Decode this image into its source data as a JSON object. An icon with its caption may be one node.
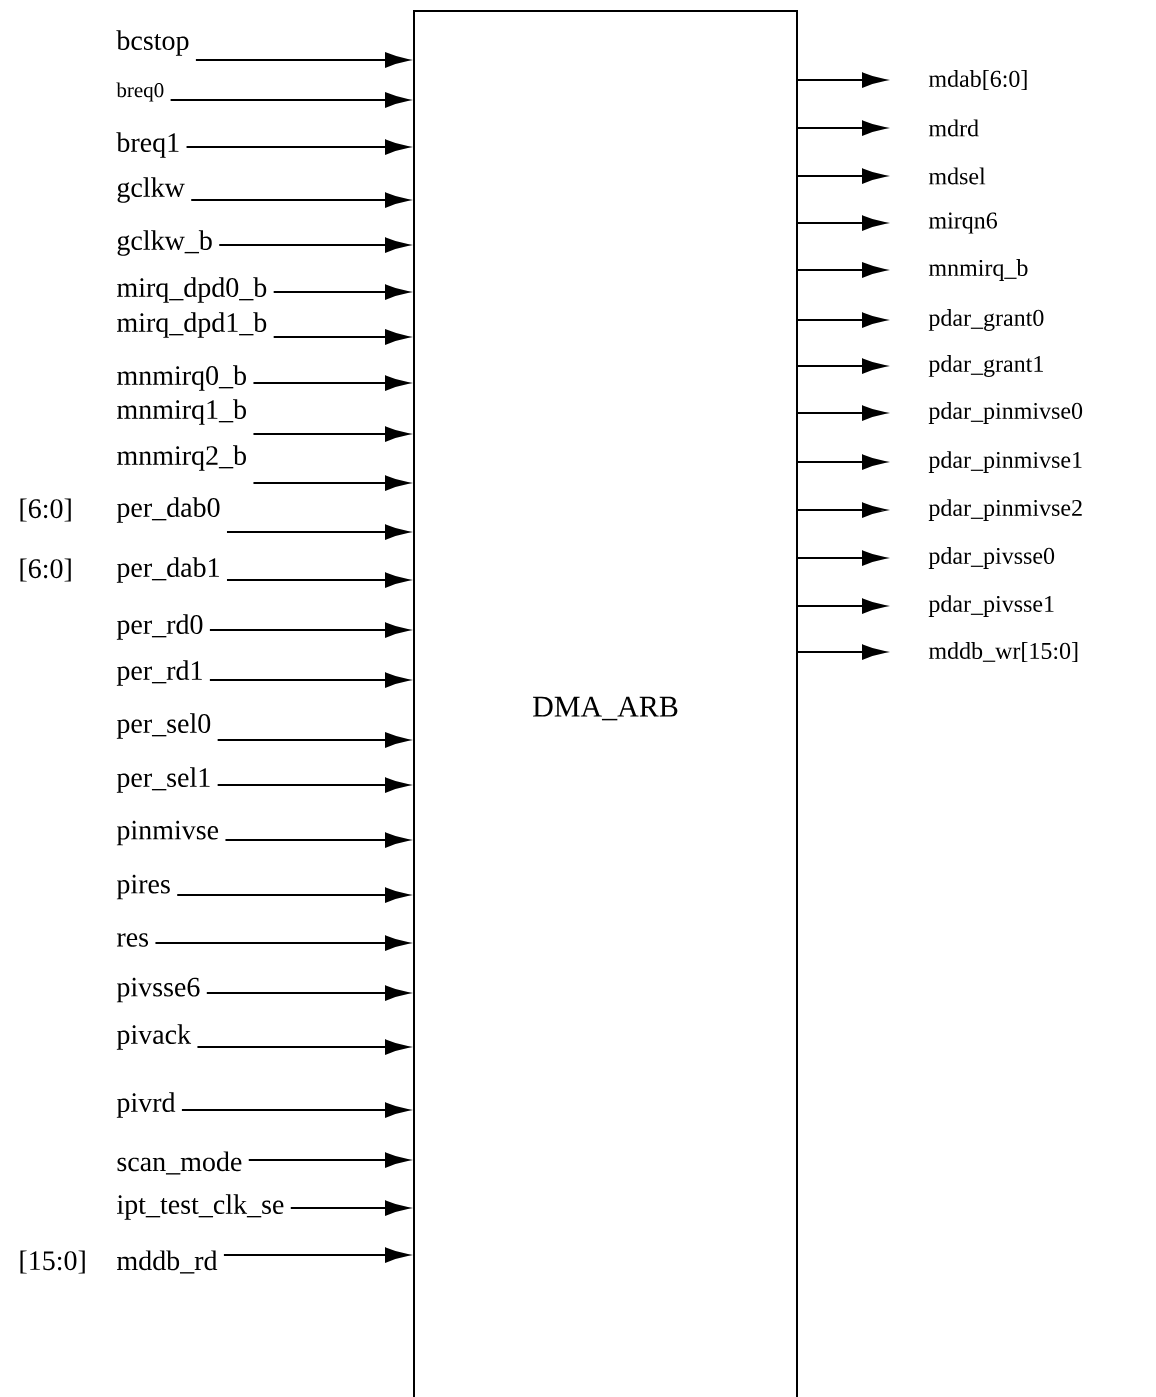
{
  "diagram": {
    "nodes": [
      {
        "text": [
          "DMA_ARB"
        ]
      },
      {
        "text": [
          "bcstop"
        ]
      },
      {
        "text": [
          "breq0"
        ]
      },
      {
        "text": [
          "breq1"
        ]
      },
      {
        "text": [
          "gclkw"
        ]
      },
      {
        "text": [
          "gclkw_b"
        ]
      },
      {
        "text": [
          "mirq_dpd0_b"
        ]
      },
      {
        "text": [
          "mirq_dpd1_b"
        ]
      },
      {
        "text": [
          "mnmirq0_b"
        ]
      },
      {
        "text": [
          "mnmirq1_b"
        ]
      },
      {
        "text": [
          "mnmirq2_b"
        ]
      },
      {
        "text": [
          "per_dab0"
        ],
        "beside": [
          "[6:0]"
        ]
      },
      {
        "text": [
          "per_dab1"
        ],
        "beside": [
          "[6:0]"
        ]
      },
      {
        "text": [
          "per_rd0"
        ]
      },
      {
        "text": [
          "per_rd1"
        ]
      },
      {
        "text": [
          "per_sel0"
        ]
      },
      {
        "text": [
          "per_sel1"
        ]
      },
      {
        "text": [
          "pinmivse"
        ]
      },
      {
        "text": [
          "pires"
        ]
      },
      {
        "text": [
          "res"
        ]
      },
      {
        "text": [
          "pivsse6"
        ]
      },
      {
        "text": [
          "pivack"
        ]
      },
      {
        "text": [
          "pivrd"
        ]
      },
      {
        "text": [
          "scan_mode"
        ]
      },
      {
        "text": [
          "ipt_test_clk_se"
        ]
      },
      {
        "text": [
          "mddb_rd"
        ],
        "beside": [
          "[15:0]"
        ]
      },
      {
        "text": [
          "mdab[6:0]"
        ]
      },
      {
        "text": [
          "mdrd"
        ]
      },
      {
        "text": [
          "mdsel"
        ]
      },
      {
        "text": [
          "mirqn6"
        ]
      },
      {
        "text": [
          "mnmirq_b"
        ]
      },
      {
        "text": [
          "pdar_grant0"
        ]
      },
      {
        "text": [
          "pdar_grant1"
        ]
      },
      {
        "text": [
          "pdar_pinmivse0"
        ]
      },
      {
        "text": [
          "pdar_pinmivse1"
        ]
      },
      {
        "text": [
          "pdar_pinmivse2"
        ]
      },
      {
        "text": [
          "pdar_pivsse0"
        ]
      },
      {
        "text": [
          "pdar_pivsse1"
        ]
      },
      {
        "text": [
          "mddb_wr[15:0]"
        ]
      }
    ],
    "edges": [
      {
        "from": 1,
        "to": 0,
        "arrow": "to"
      },
      {
        "from": 2,
        "to": 0,
        "arrow": "to"
      },
      {
        "from": 3,
        "to": 0,
        "arrow": "to"
      },
      {
        "from": 4,
        "to": 0,
        "arrow": "to"
      },
      {
        "from": 5,
        "to": 0,
        "arrow": "to"
      },
      {
        "from": 6,
        "to": 0,
        "arrow": "to"
      },
      {
        "from": 7,
        "to": 0,
        "arrow": "to"
      },
      {
        "from": 8,
        "to": 0,
        "arrow": "to"
      },
      {
        "from": 9,
        "to": 0,
        "arrow": "to"
      },
      {
        "from": 10,
        "to": 0,
        "arrow": "to"
      },
      {
        "from": 11,
        "to": 0,
        "arrow": "to"
      },
      {
        "from": 12,
        "to": 0,
        "arrow": "to"
      },
      {
        "from": 13,
        "to": 0,
        "arrow": "to"
      },
      {
        "from": 14,
        "to": 0,
        "arrow": "to"
      },
      {
        "from": 15,
        "to": 0,
        "arrow": "to"
      },
      {
        "from": 16,
        "to": 0,
        "arrow": "to"
      },
      {
        "from": 17,
        "to": 0,
        "arrow": "to"
      },
      {
        "from": 18,
        "to": 0,
        "arrow": "to"
      },
      {
        "from": 19,
        "to": 0,
        "arrow": "to"
      },
      {
        "from": 20,
        "to": 0,
        "arrow": "to"
      },
      {
        "from": 21,
        "to": 0,
        "arrow": "to"
      },
      {
        "from": 22,
        "to": 0,
        "arrow": "to"
      },
      {
        "from": 23,
        "to": 0,
        "arrow": "to"
      },
      {
        "from": 24,
        "to": 0,
        "arrow": "to"
      },
      {
        "from": 25,
        "to": 0,
        "arrow": "to"
      },
      {
        "from": 0,
        "to": 26,
        "arrow": "to"
      },
      {
        "from": 0,
        "to": 27,
        "arrow": "to"
      },
      {
        "from": 0,
        "to": 28,
        "arrow": "to"
      },
      {
        "from": 0,
        "to": 29,
        "arrow": "to"
      },
      {
        "from": 0,
        "to": 30,
        "arrow": "to"
      },
      {
        "from": 0,
        "to": 31,
        "arrow": "to"
      },
      {
        "from": 0,
        "to": 32,
        "arrow": "to"
      },
      {
        "from": 0,
        "to": 33,
        "arrow": "to"
      },
      {
        "from": 0,
        "to": 34,
        "arrow": "to"
      },
      {
        "from": 0,
        "to": 35,
        "arrow": "to"
      },
      {
        "from": 0,
        "to": 36,
        "arrow": "to"
      },
      {
        "from": 0,
        "to": 37,
        "arrow": "to"
      },
      {
        "from": 0,
        "to": 38,
        "arrow": "to"
      }
    ]
  }
}
